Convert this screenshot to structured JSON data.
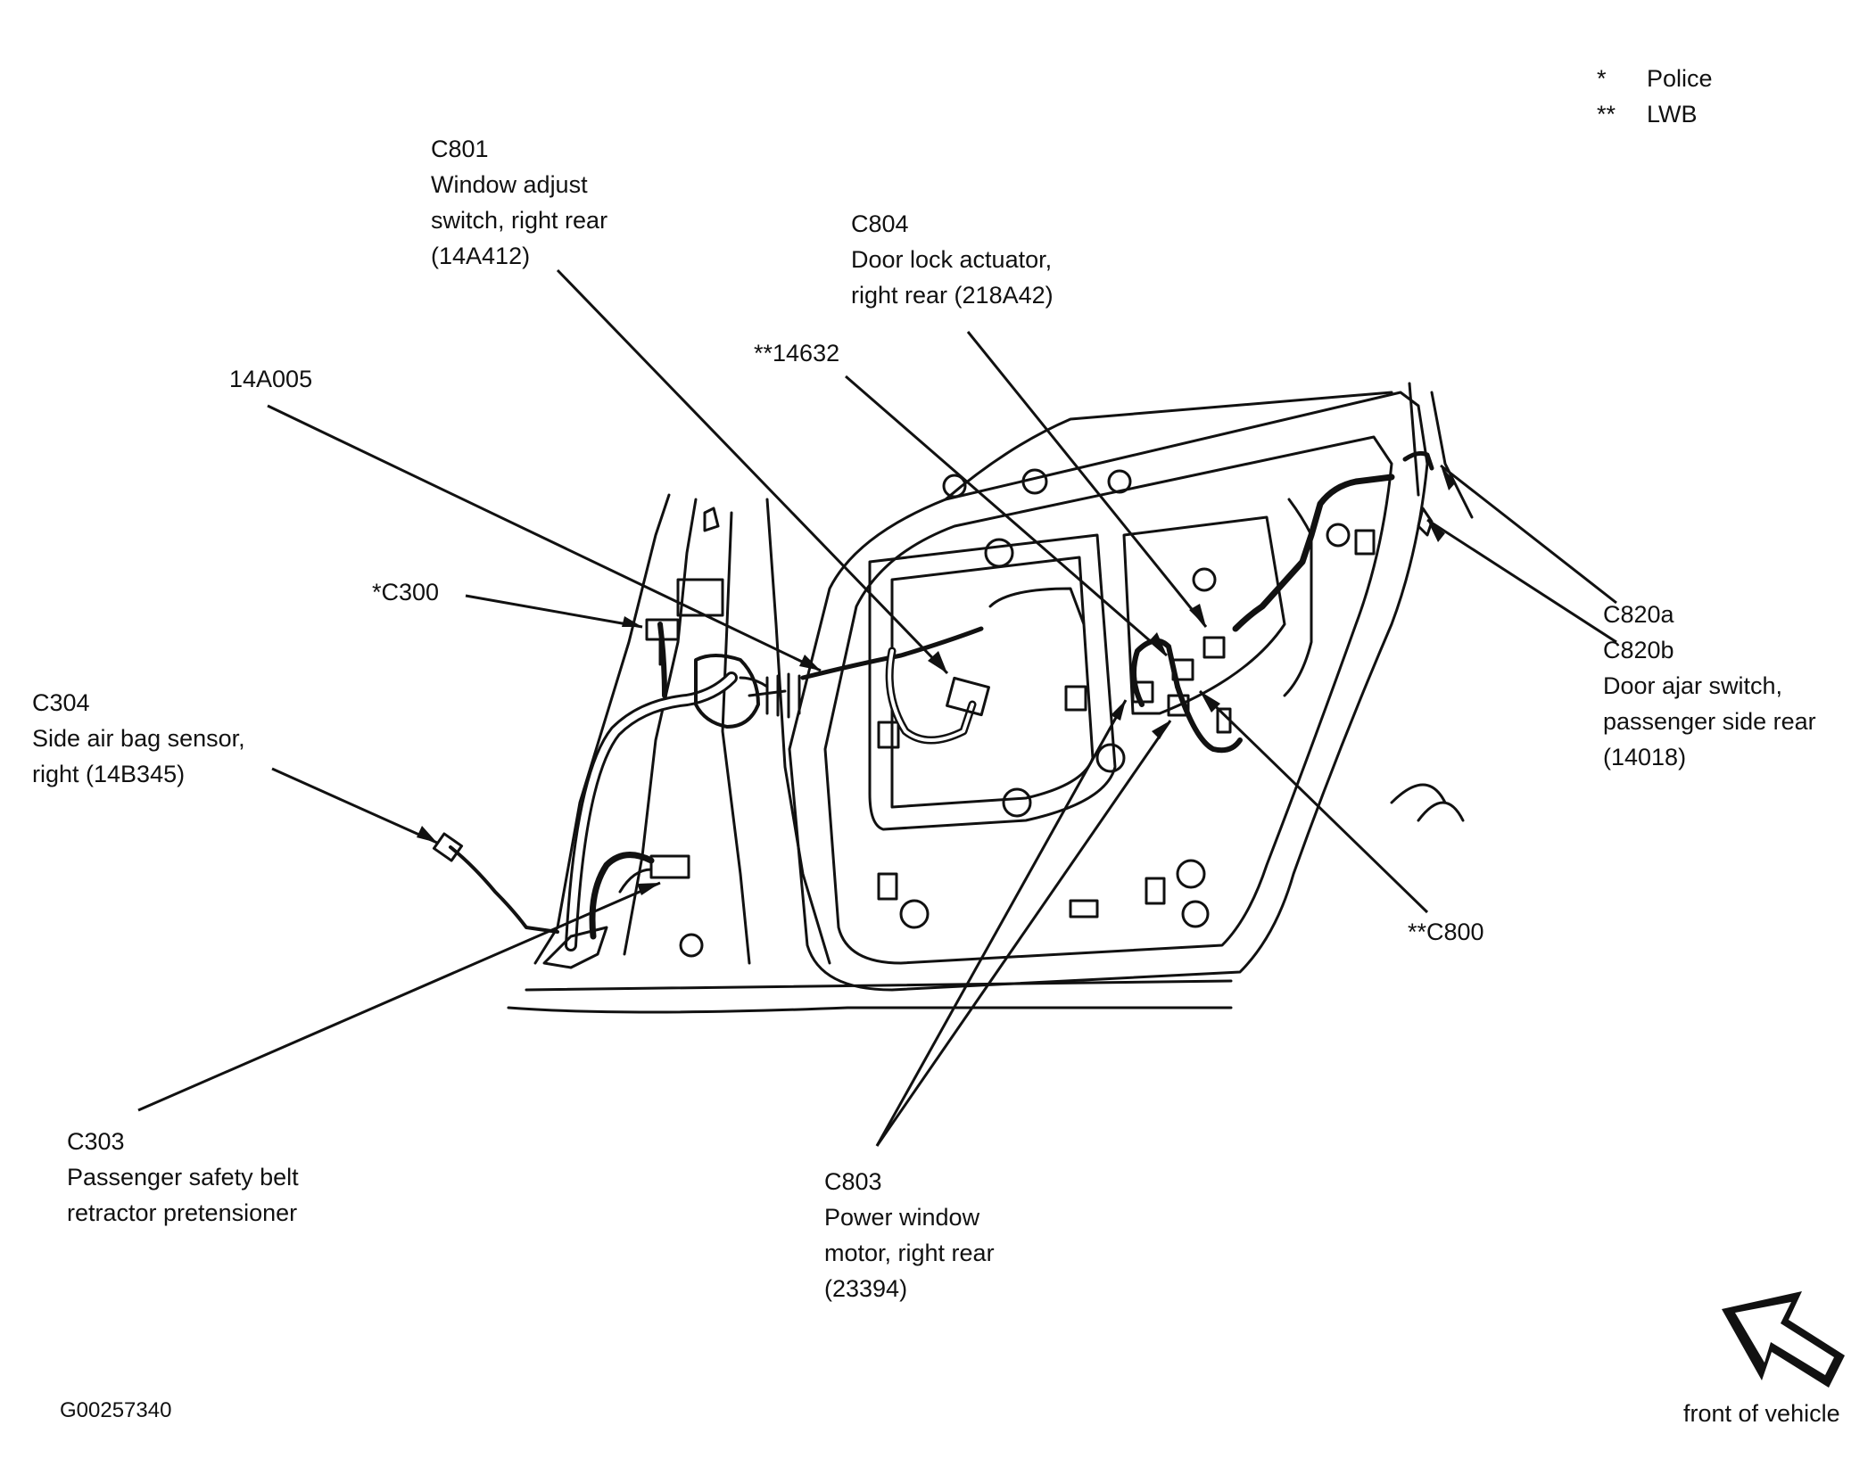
{
  "legend": [
    {
      "symbol": "*",
      "meaning": "Police"
    },
    {
      "symbol": "**",
      "meaning": "LWB"
    }
  ],
  "callouts": {
    "c801": {
      "lines": [
        "C801",
        "Window adjust",
        "switch, right rear",
        "(14A412)"
      ]
    },
    "c804": {
      "lines": [
        "C804",
        "Door lock actuator,",
        "right rear (218A42)"
      ]
    },
    "p14632": {
      "lines": [
        "**14632"
      ]
    },
    "p14a005": {
      "lines": [
        "14A005"
      ]
    },
    "c300": {
      "lines": [
        "*C300"
      ]
    },
    "c304": {
      "lines": [
        "C304",
        "Side air bag sensor,",
        "right (14B345)"
      ]
    },
    "c820": {
      "lines": [
        "C820a",
        "C820b",
        "Door ajar switch,",
        "passenger side rear",
        "(14018)"
      ]
    },
    "c800": {
      "lines": [
        "**C800"
      ]
    },
    "c303": {
      "lines": [
        "C303",
        "Passenger safety belt",
        "retractor pretensioner"
      ]
    },
    "c803": {
      "lines": [
        "C803",
        "Power window",
        "motor, right rear",
        "(23394)"
      ]
    }
  },
  "figure_id": "G00257340",
  "front_label": "front of vehicle"
}
